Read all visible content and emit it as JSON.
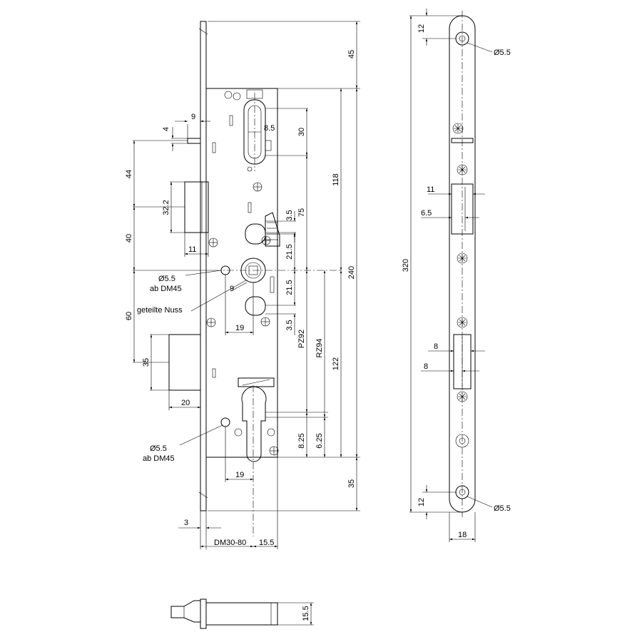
{
  "front_view": {
    "dims": {
      "d9_top": "9",
      "d4": "4",
      "d8_5": "8.5",
      "d30": "30",
      "d44": "44",
      "d32_2": "32.2",
      "d40": "40",
      "d11": "11",
      "d3_5a": "3.5",
      "d75": "75",
      "d118": "118",
      "d21_5a": "21.5",
      "d21_5b": "21.5",
      "d9_mid": "9",
      "d19a": "19",
      "d3_5b": "3.5",
      "d60": "60",
      "d35_side": "35",
      "d20": "20",
      "pz": "PZ92",
      "rz": "RZ94",
      "d122": "122",
      "d240": "240",
      "d8_25": "8.25",
      "d6_25": "6.25",
      "d19b": "19",
      "d45": "45",
      "d35_bottom": "35",
      "d3": "3",
      "dm": "DM30-80",
      "d15_5": "15.5"
    },
    "notes": {
      "hole_upper": "Ø5.5",
      "hole_upper_sub": "ab DM45",
      "nuss": "geteilte Nuss",
      "hole_lower": "Ø5.5",
      "hole_lower_sub": "ab DM45"
    }
  },
  "faceplate_view": {
    "dims": {
      "d12_top": "12",
      "dia_top": "Ø5.5",
      "d320": "320",
      "d11": "11",
      "d6_5": "6.5",
      "d8a": "8",
      "d8b": "8",
      "d12_bottom": "12",
      "dia_bottom": "Ø5.5",
      "d18": "18"
    }
  },
  "bottom_view": {
    "dims": {
      "d15_5": "15.5"
    }
  }
}
